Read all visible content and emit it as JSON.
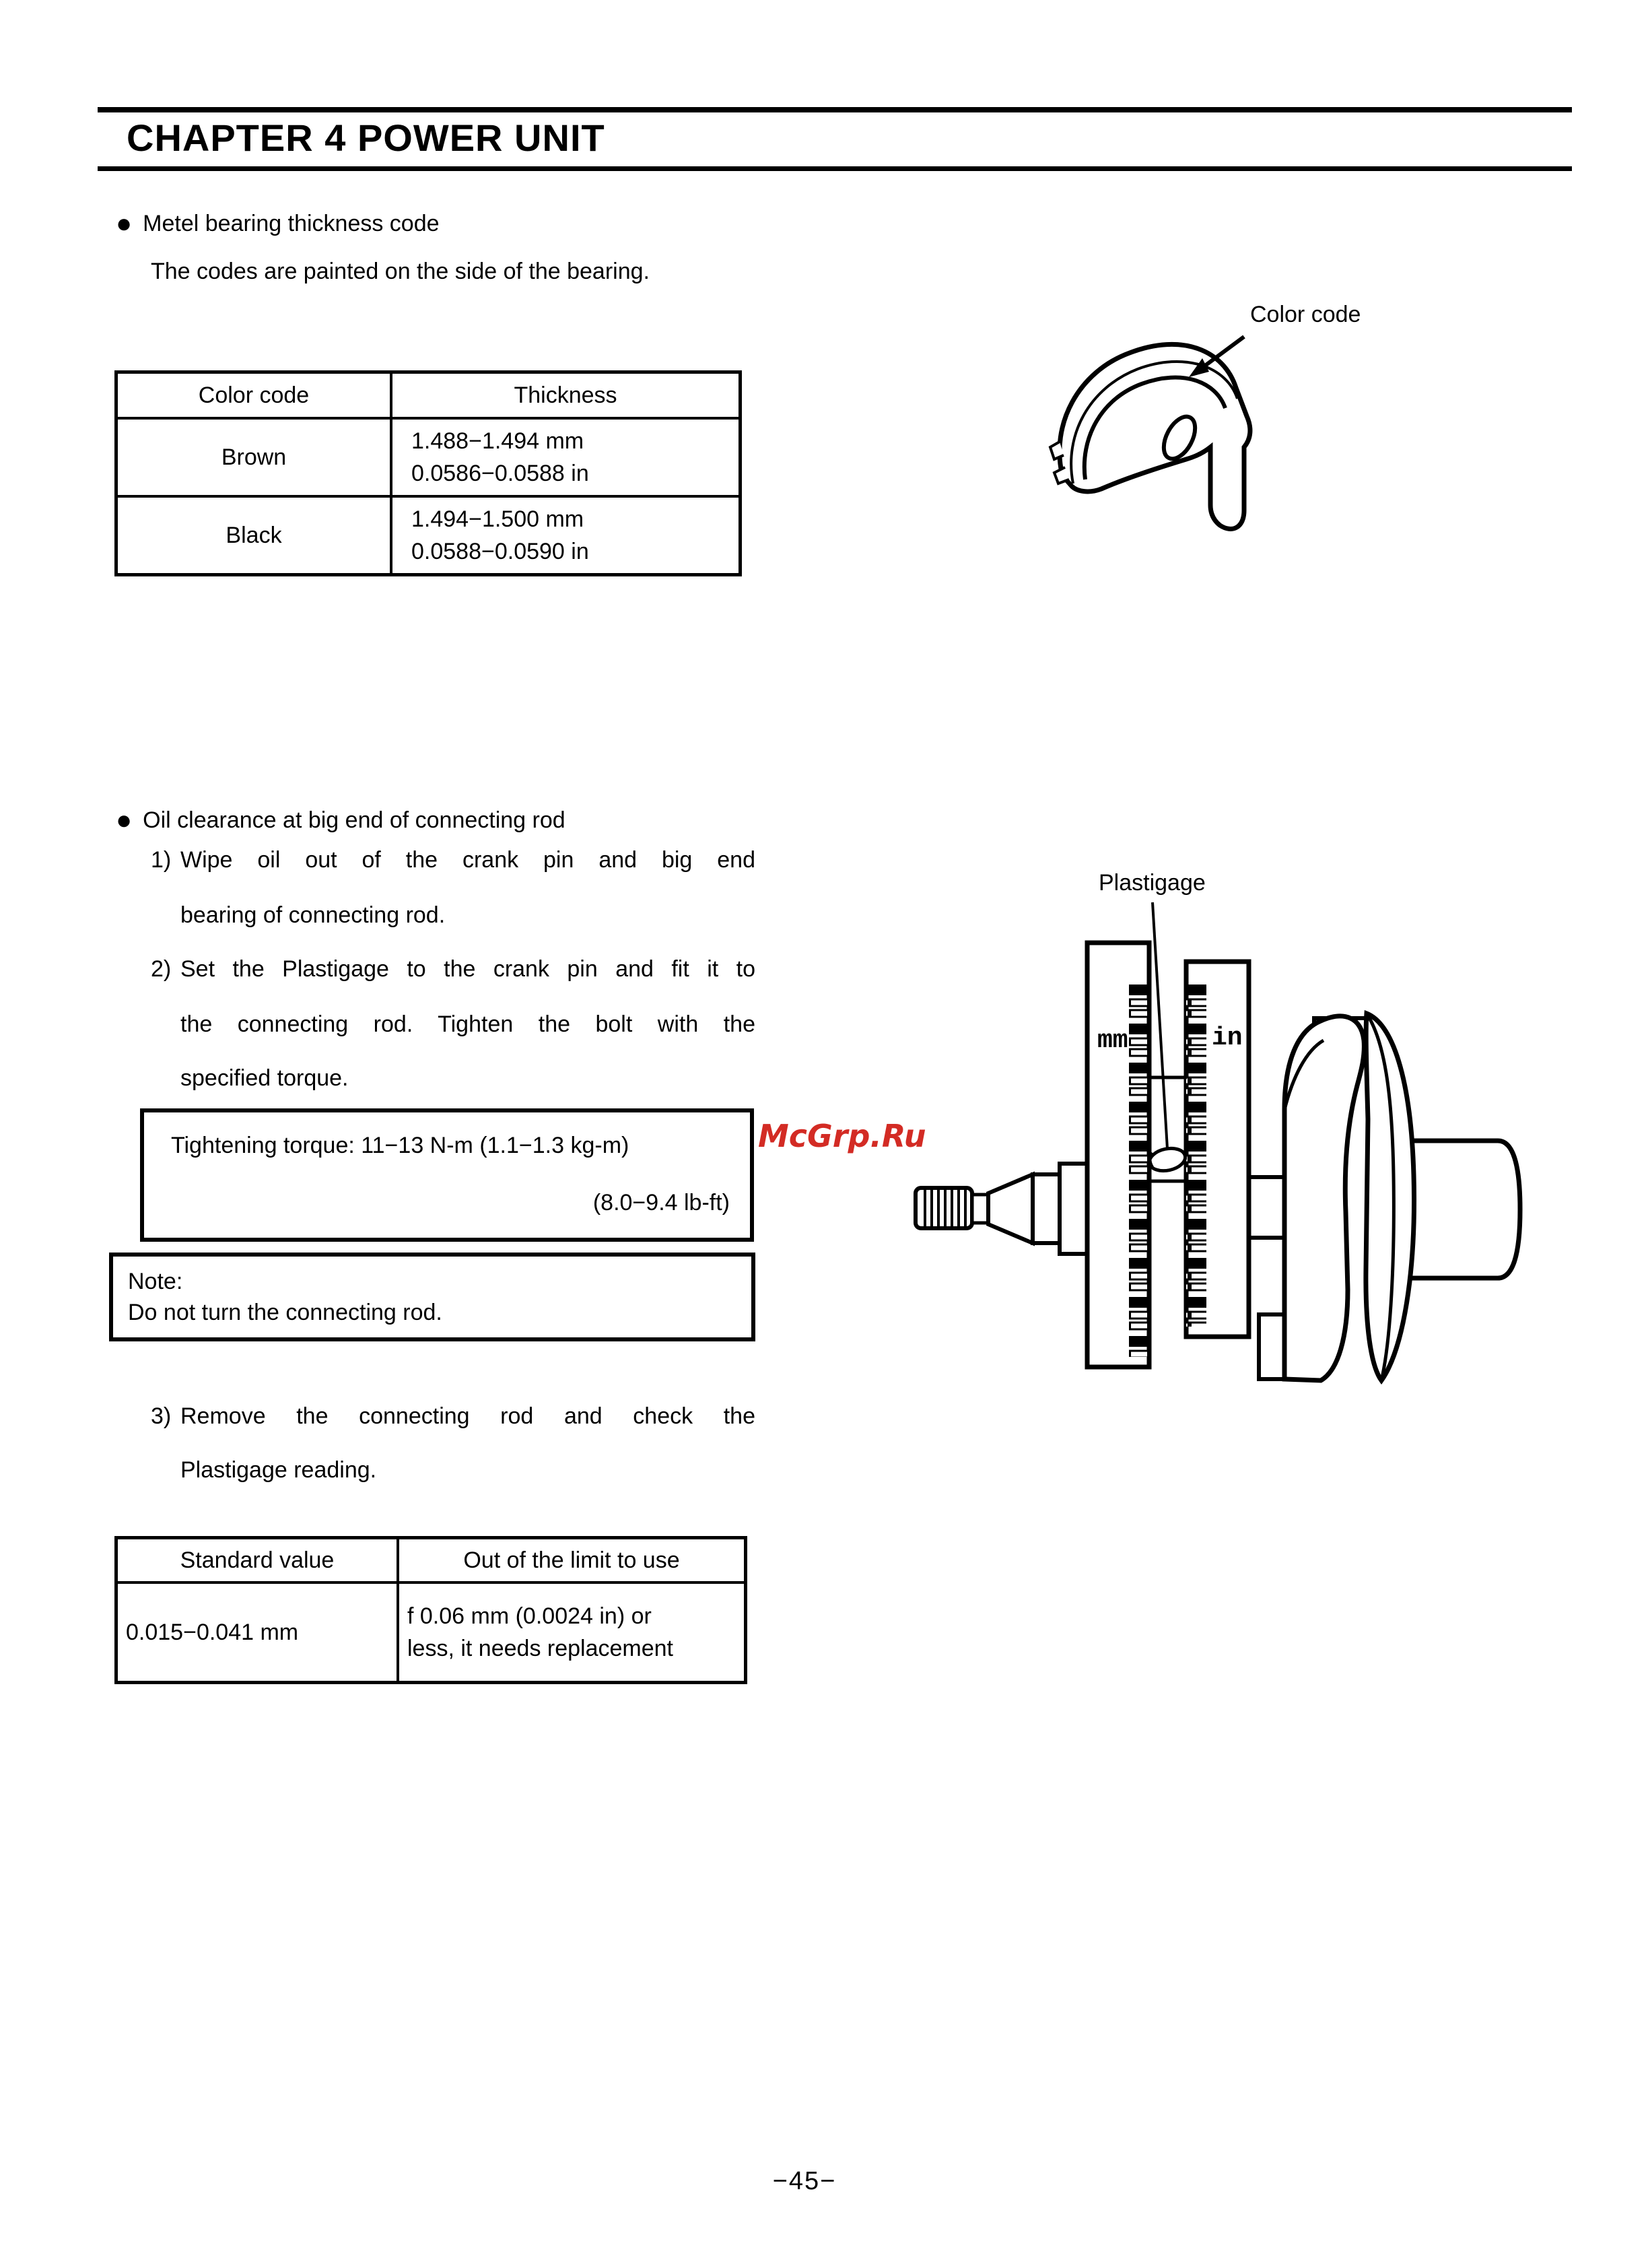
{
  "page": {
    "title": "CHAPTER 4  POWER UNIT",
    "page_number": "−45−",
    "watermark": "McGrp.Ru"
  },
  "colors": {
    "ink": "#000000",
    "paper": "#ffffff",
    "watermark_red": "#d32b24"
  },
  "metal_bearing": {
    "bullet": "●",
    "heading": "Metel bearing thickness code",
    "description": "The codes are painted on the side of the bearing.",
    "table": {
      "col1": "Color code",
      "col2": "Thickness",
      "rows": [
        {
          "code": "Brown",
          "mm": "1.488−1.494 mm",
          "in": "0.0586−0.0588 in"
        },
        {
          "code": "Black",
          "mm": "1.494−1.500 mm",
          "in": "0.0588−0.0590 in"
        }
      ]
    },
    "figure_label": "Color code"
  },
  "oil_clearance": {
    "bullet": "●",
    "heading": "Oil clearance at big end of connecting rod",
    "step1": {
      "num": "1)",
      "line1": "Wipe oil out of the crank pin and big end",
      "line2": "bearing of connecting rod."
    },
    "step2": {
      "num": "2)",
      "line1": "Set the Plastigage to the crank pin and fit it to",
      "line2": "the connecting rod. Tighten the bolt with the",
      "line3": "specified torque."
    },
    "torque_box": {
      "line1": "Tightening torque: 11−13 N-m (1.1−1.3 kg-m)",
      "line2": "(8.0−9.4 lb-ft)"
    },
    "note_box": {
      "title": "Note:",
      "text": "Do not turn the connecting rod."
    },
    "step3": {
      "num": "3)",
      "line1": "Remove the connecting rod and check the",
      "line2": "Plastigage reading."
    },
    "table": {
      "col1": "Standard value",
      "col2": "Out of the limit to use",
      "row": {
        "standard": "0.015−0.041 mm",
        "limit1": "f 0.06 mm (0.0024 in) or",
        "limit2": "less, it needs replacement"
      }
    },
    "figure": {
      "label": "Plastigage",
      "unit_left": "mm",
      "unit_right": "in"
    }
  }
}
